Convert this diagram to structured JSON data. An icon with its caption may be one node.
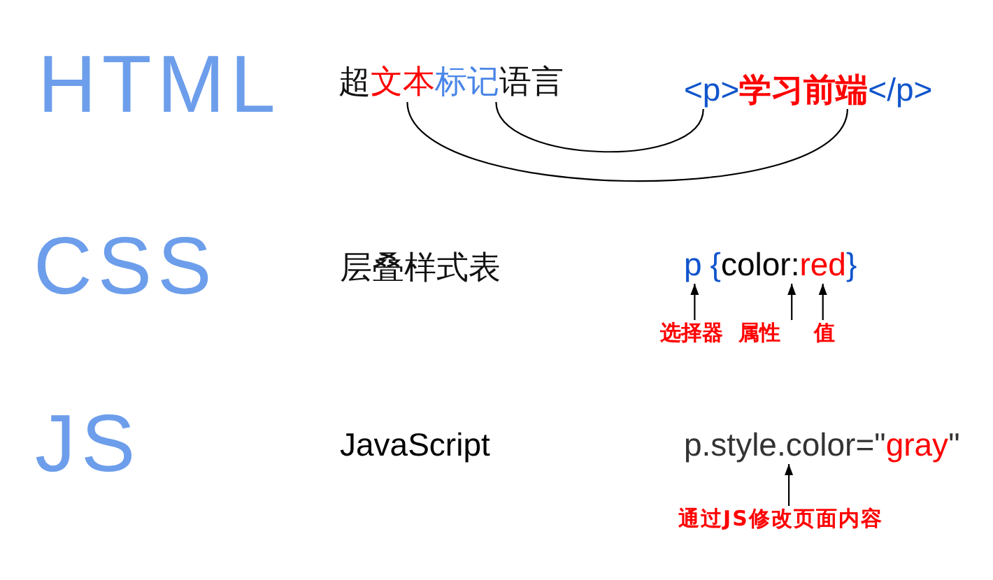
{
  "diagram": {
    "nodes": [
      {
        "text": [
          "超",
          "文本",
          "标记",
          "语言"
        ]
      },
      {
        "text": [
          "<p>",
          "学习前端",
          "</p>"
        ]
      },
      {
        "text": [
          "p",
          "{",
          "color:",
          "red",
          "}"
        ]
      },
      {
        "text": [
          "选择器"
        ]
      },
      {
        "text": [
          "属性"
        ]
      },
      {
        "text": [
          "值"
        ]
      },
      {
        "text": [
          "p.style.color=\"",
          "gray",
          "\""
        ]
      },
      {
        "text": [
          "通过JS修改页面内容"
        ]
      }
    ],
    "edges": [
      {
        "from": 0,
        "to": 1,
        "arrow": "none"
      },
      {
        "from": 0,
        "to": 1,
        "arrow": "none"
      },
      {
        "from": 3,
        "to": 2,
        "arrow": "to"
      },
      {
        "from": 4,
        "to": 2,
        "arrow": "to"
      },
      {
        "from": 5,
        "to": 2,
        "arrow": "to"
      },
      {
        "from": 7,
        "to": 6,
        "arrow": "to"
      }
    ],
    "labels": [
      "HTML",
      "CSS",
      "层叠样式表",
      "JS",
      "JavaScript"
    ]
  }
}
